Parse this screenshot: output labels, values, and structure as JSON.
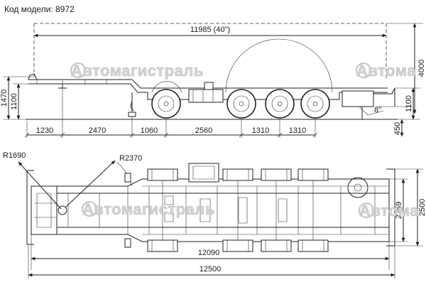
{
  "model": {
    "label": "Код модели: 8972"
  },
  "watermark": {
    "text": "Автомагистраль",
    "text_cut": "Автома"
  },
  "side_view": {
    "overall_length": "11985 (40\")",
    "height_total": "4000",
    "height_front_deck": "1470",
    "height_front_coupler": "1100",
    "height_rear_deck": "1100",
    "height_rear_low": "450",
    "angle": "8°",
    "segments": [
      "1230",
      "2470",
      "1060",
      "2560",
      "1310",
      "1310"
    ]
  },
  "top_view": {
    "radius_front": "R1690",
    "radius_swing": "R2370",
    "frame_length": "12090",
    "overall_length": "12500",
    "inner_width": "2259",
    "overall_width": "2500"
  }
}
